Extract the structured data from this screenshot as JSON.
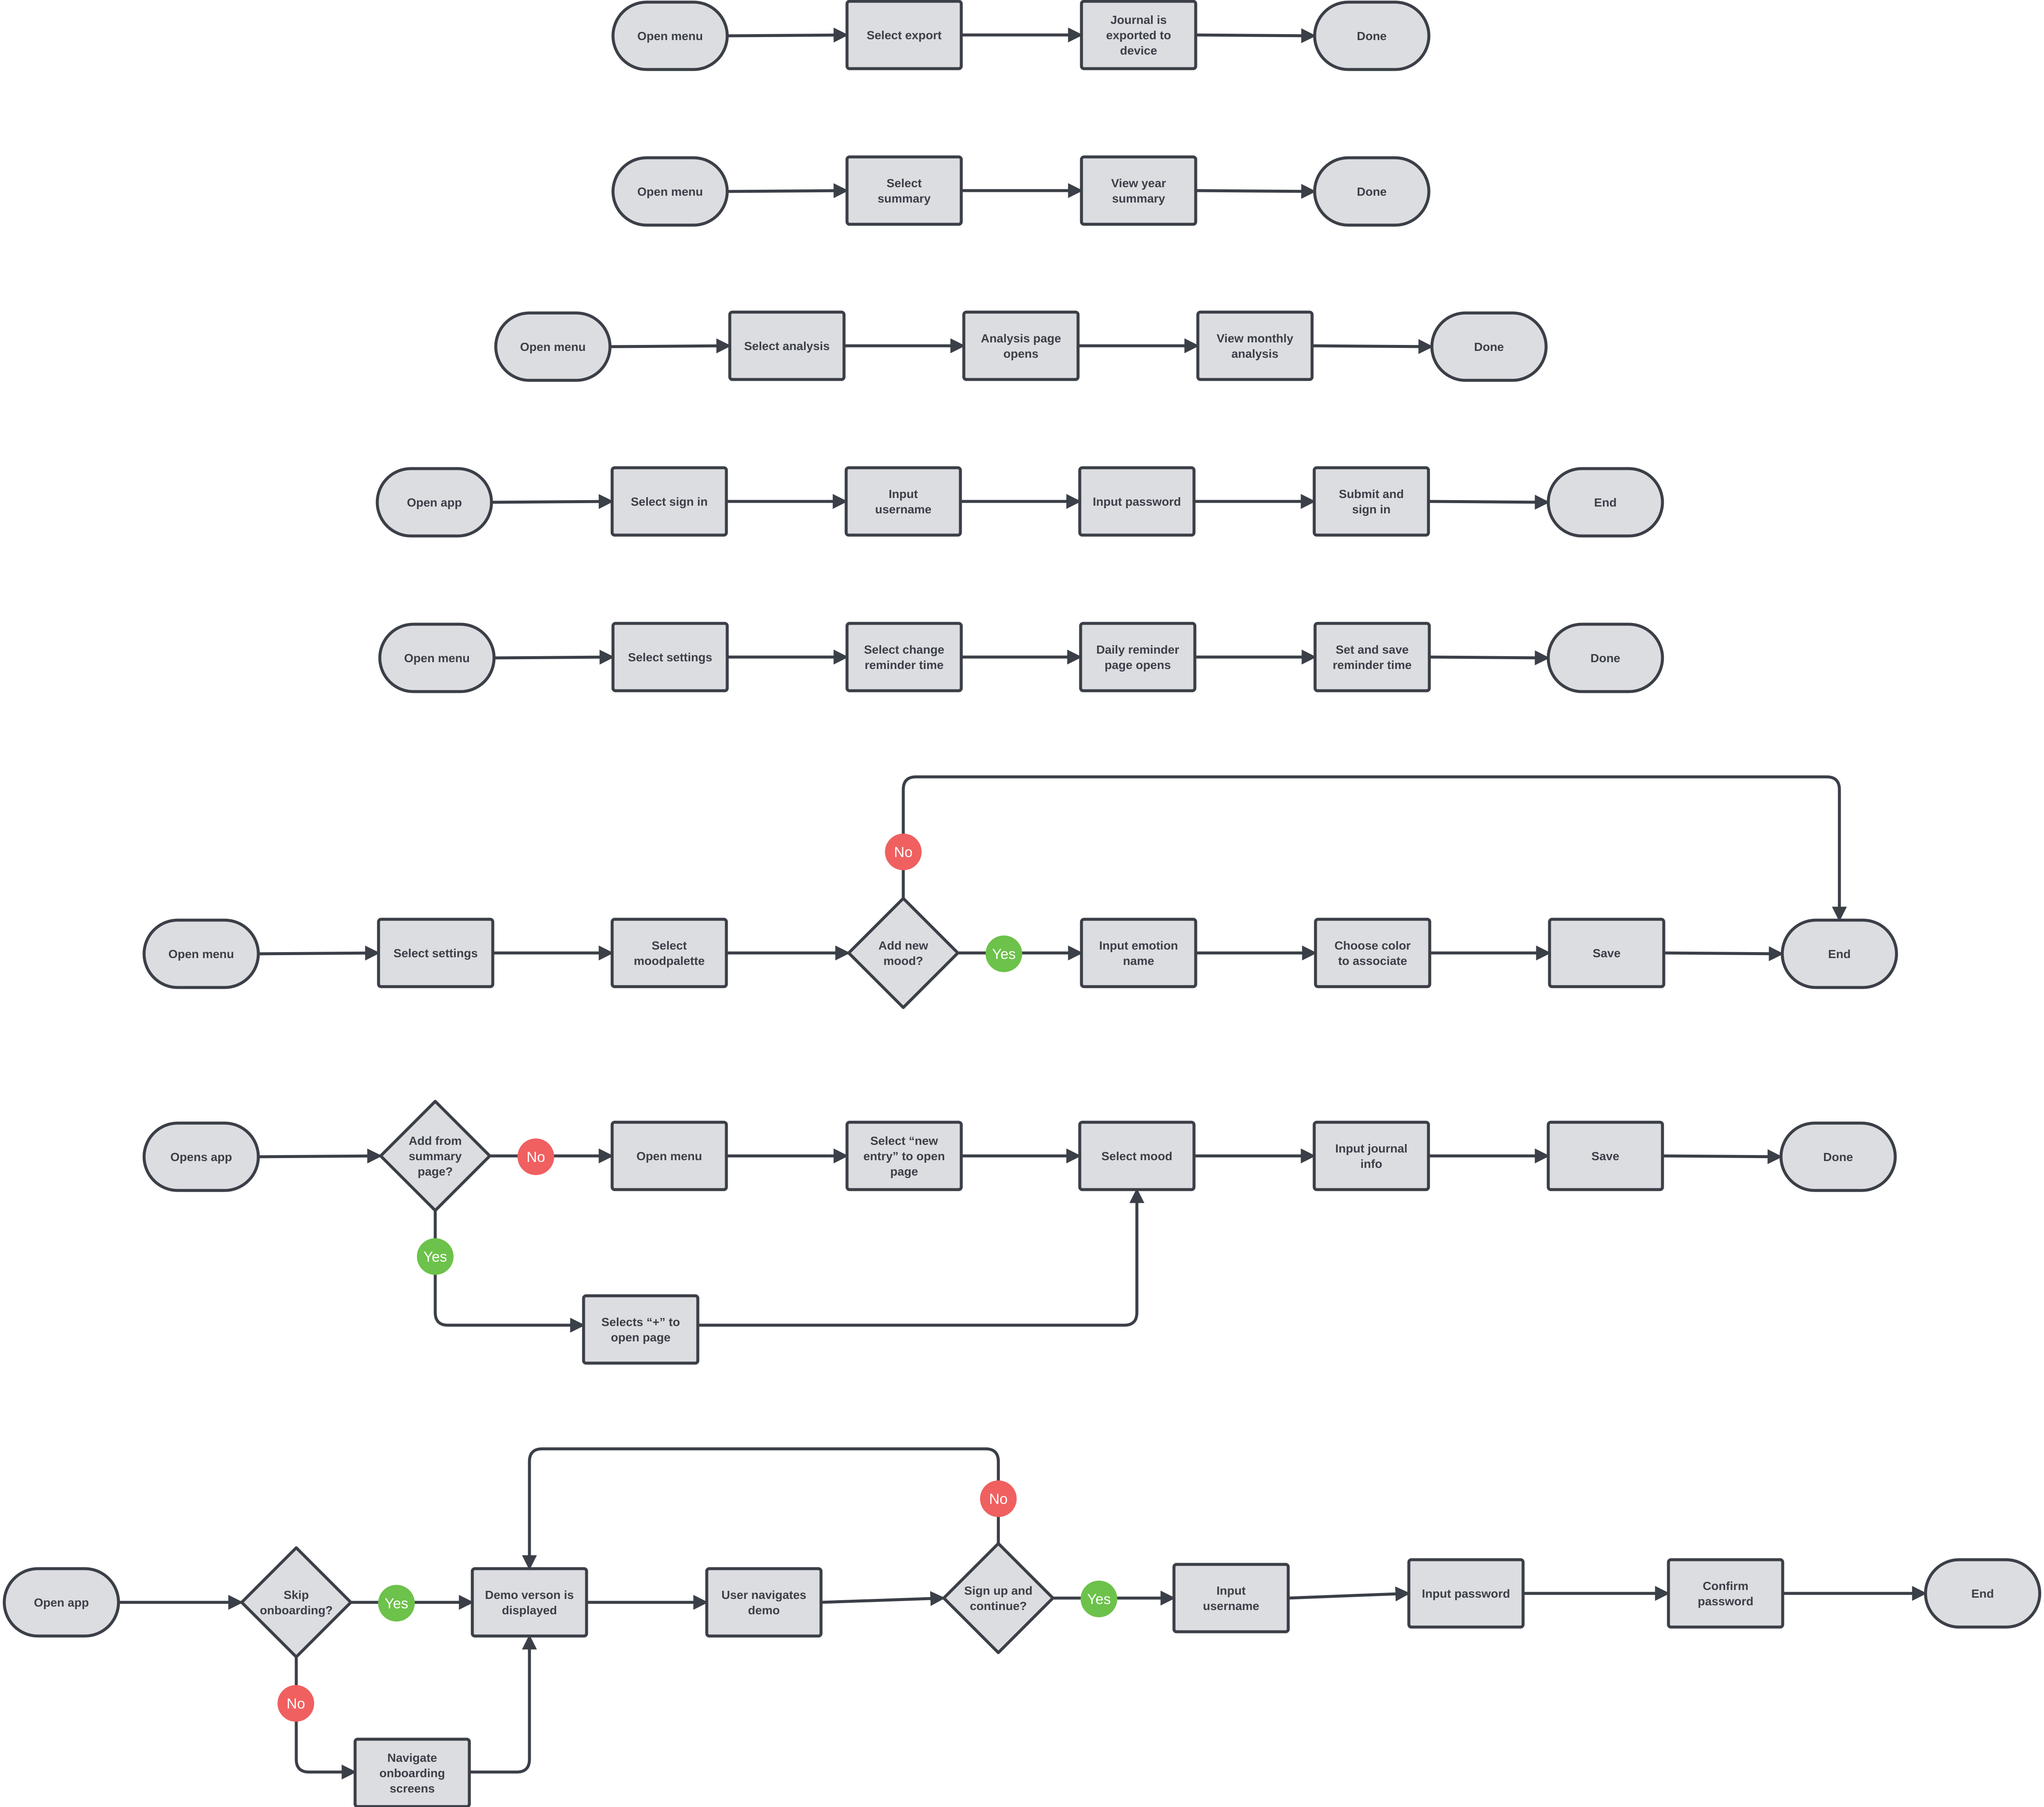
{
  "colors": {
    "node_fill": "#dcdde1",
    "stroke": "#3b3f47",
    "text": "#3b3f47",
    "yes": "#6cc24a",
    "no": "#f06060"
  },
  "flows": [
    {
      "name": "export-journal-flow",
      "nodes": [
        {
          "id": "a1",
          "shape": "terminal",
          "label": [
            "Open menu"
          ]
        },
        {
          "id": "a2",
          "shape": "process",
          "label": [
            "Select export"
          ]
        },
        {
          "id": "a3",
          "shape": "process",
          "label": [
            "Journal is",
            "exported to",
            "device"
          ]
        },
        {
          "id": "a4",
          "shape": "terminal",
          "label": [
            "Done"
          ]
        }
      ],
      "edges": [
        [
          "a1",
          "a2"
        ],
        [
          "a2",
          "a3"
        ],
        [
          "a3",
          "a4"
        ]
      ]
    },
    {
      "name": "year-summary-flow",
      "nodes": [
        {
          "id": "b1",
          "shape": "terminal",
          "label": [
            "Open menu"
          ]
        },
        {
          "id": "b2",
          "shape": "process",
          "label": [
            "Select",
            "summary"
          ]
        },
        {
          "id": "b3",
          "shape": "process",
          "label": [
            "View year",
            "summary"
          ]
        },
        {
          "id": "b4",
          "shape": "terminal",
          "label": [
            "Done"
          ]
        }
      ],
      "edges": [
        [
          "b1",
          "b2"
        ],
        [
          "b2",
          "b3"
        ],
        [
          "b3",
          "b4"
        ]
      ]
    },
    {
      "name": "monthly-analysis-flow",
      "nodes": [
        {
          "id": "c1",
          "shape": "terminal",
          "label": [
            "Open menu"
          ]
        },
        {
          "id": "c2",
          "shape": "process",
          "label": [
            "Select analysis"
          ]
        },
        {
          "id": "c3",
          "shape": "process",
          "label": [
            "Analysis page",
            "opens"
          ]
        },
        {
          "id": "c4",
          "shape": "process",
          "label": [
            "View monthly",
            "analysis"
          ]
        },
        {
          "id": "c5",
          "shape": "terminal",
          "label": [
            "Done"
          ]
        }
      ],
      "edges": [
        [
          "c1",
          "c2"
        ],
        [
          "c2",
          "c3"
        ],
        [
          "c3",
          "c4"
        ],
        [
          "c4",
          "c5"
        ]
      ]
    },
    {
      "name": "sign-in-flow",
      "nodes": [
        {
          "id": "d1",
          "shape": "terminal",
          "label": [
            "Open app"
          ]
        },
        {
          "id": "d2",
          "shape": "process",
          "label": [
            "Select sign in"
          ]
        },
        {
          "id": "d3",
          "shape": "process",
          "label": [
            "Input",
            "username"
          ]
        },
        {
          "id": "d4",
          "shape": "process",
          "label": [
            "Input password"
          ]
        },
        {
          "id": "d5",
          "shape": "process",
          "label": [
            "Submit and",
            "sign in"
          ]
        },
        {
          "id": "d6",
          "shape": "terminal",
          "label": [
            "End"
          ]
        }
      ],
      "edges": [
        [
          "d1",
          "d2"
        ],
        [
          "d2",
          "d3"
        ],
        [
          "d3",
          "d4"
        ],
        [
          "d4",
          "d5"
        ],
        [
          "d5",
          "d6"
        ]
      ]
    },
    {
      "name": "reminder-time-flow",
      "nodes": [
        {
          "id": "e1",
          "shape": "terminal",
          "label": [
            "Open menu"
          ]
        },
        {
          "id": "e2",
          "shape": "process",
          "label": [
            "Select settings"
          ]
        },
        {
          "id": "e3",
          "shape": "process",
          "label": [
            "Select change",
            "reminder time"
          ]
        },
        {
          "id": "e4",
          "shape": "process",
          "label": [
            "Daily reminder",
            "page opens"
          ]
        },
        {
          "id": "e5",
          "shape": "process",
          "label": [
            "Set and save",
            "reminder time"
          ]
        },
        {
          "id": "e6",
          "shape": "terminal",
          "label": [
            "Done"
          ]
        }
      ],
      "edges": [
        [
          "e1",
          "e2"
        ],
        [
          "e2",
          "e3"
        ],
        [
          "e3",
          "e4"
        ],
        [
          "e4",
          "e5"
        ],
        [
          "e5",
          "e6"
        ]
      ]
    },
    {
      "name": "mood-palette-flow",
      "nodes": [
        {
          "id": "f1",
          "shape": "terminal",
          "label": [
            "Open menu"
          ]
        },
        {
          "id": "f2",
          "shape": "process",
          "label": [
            "Select settings"
          ]
        },
        {
          "id": "f3",
          "shape": "process",
          "label": [
            "Select",
            "moodpalette"
          ]
        },
        {
          "id": "f4",
          "shape": "decision",
          "label": [
            "Add new",
            "mood?"
          ]
        },
        {
          "id": "f5",
          "shape": "process",
          "label": [
            "Input emotion",
            "name"
          ]
        },
        {
          "id": "f6",
          "shape": "process",
          "label": [
            "Choose color",
            "to associate"
          ]
        },
        {
          "id": "f7",
          "shape": "process",
          "label": [
            "Save"
          ]
        },
        {
          "id": "f8",
          "shape": "terminal",
          "label": [
            "End"
          ]
        }
      ],
      "edges": [
        [
          "f1",
          "f2"
        ],
        [
          "f2",
          "f3"
        ],
        [
          "f3",
          "f4"
        ],
        [
          "f4",
          "f5"
        ],
        [
          "f5",
          "f6"
        ],
        [
          "f6",
          "f7"
        ],
        [
          "f7",
          "f8"
        ],
        [
          "f4",
          "f8"
        ]
      ],
      "badges": [
        {
          "label": "Yes",
          "kind": "yes"
        },
        {
          "label": "No",
          "kind": "no"
        }
      ]
    },
    {
      "name": "new-entry-flow",
      "nodes": [
        {
          "id": "g1",
          "shape": "terminal",
          "label": [
            "Opens app"
          ]
        },
        {
          "id": "g2",
          "shape": "decision",
          "label": [
            "Add from",
            "summary",
            "page?"
          ]
        },
        {
          "id": "g3",
          "shape": "process",
          "label": [
            "Open menu"
          ]
        },
        {
          "id": "g4",
          "shape": "process",
          "label": [
            "Select “new",
            "entry” to open",
            "page"
          ]
        },
        {
          "id": "g5",
          "shape": "process",
          "label": [
            "Select mood"
          ]
        },
        {
          "id": "g6",
          "shape": "process",
          "label": [
            "Input journal",
            "info"
          ]
        },
        {
          "id": "g7",
          "shape": "process",
          "label": [
            "Save"
          ]
        },
        {
          "id": "g8",
          "shape": "terminal",
          "label": [
            "Done"
          ]
        },
        {
          "id": "g9",
          "shape": "process",
          "label": [
            "Selects “+” to",
            "open page"
          ]
        }
      ],
      "edges": [
        [
          "g1",
          "g2"
        ],
        [
          "g2",
          "g3"
        ],
        [
          "g3",
          "g4"
        ],
        [
          "g4",
          "g5"
        ],
        [
          "g5",
          "g6"
        ],
        [
          "g6",
          "g7"
        ],
        [
          "g7",
          "g8"
        ],
        [
          "g2",
          "g9"
        ],
        [
          "g9",
          "g5"
        ]
      ],
      "badges": [
        {
          "label": "No",
          "kind": "no"
        },
        {
          "label": "Yes",
          "kind": "yes"
        }
      ]
    },
    {
      "name": "onboarding-flow",
      "nodes": [
        {
          "id": "h1",
          "shape": "terminal",
          "label": [
            "Open app"
          ]
        },
        {
          "id": "h2",
          "shape": "decision",
          "label": [
            "Skip",
            "onboarding?"
          ]
        },
        {
          "id": "h3",
          "shape": "process",
          "label": [
            "Demo verson is",
            "displayed"
          ]
        },
        {
          "id": "h4",
          "shape": "process",
          "label": [
            "User navigates",
            "demo"
          ]
        },
        {
          "id": "h5",
          "shape": "decision",
          "label": [
            "Sign up and",
            "continue?"
          ]
        },
        {
          "id": "h6",
          "shape": "process",
          "label": [
            "Input",
            "username"
          ]
        },
        {
          "id": "h7",
          "shape": "process",
          "label": [
            "Input password"
          ]
        },
        {
          "id": "h8",
          "shape": "process",
          "label": [
            "Confirm",
            "password"
          ]
        },
        {
          "id": "h9",
          "shape": "terminal",
          "label": [
            "End"
          ]
        },
        {
          "id": "h10",
          "shape": "process",
          "label": [
            "Navigate",
            "onboarding",
            "screens"
          ]
        }
      ],
      "edges": [
        [
          "h1",
          "h2"
        ],
        [
          "h2",
          "h3"
        ],
        [
          "h3",
          "h4"
        ],
        [
          "h4",
          "h5"
        ],
        [
          "h5",
          "h6"
        ],
        [
          "h6",
          "h7"
        ],
        [
          "h7",
          "h8"
        ],
        [
          "h8",
          "h9"
        ],
        [
          "h2",
          "h10"
        ],
        [
          "h10",
          "h3"
        ],
        [
          "h5",
          "h3"
        ]
      ],
      "badges": [
        {
          "label": "Yes",
          "kind": "yes"
        },
        {
          "label": "No",
          "kind": "no"
        },
        {
          "label": "No",
          "kind": "no"
        },
        {
          "label": "Yes",
          "kind": "yes"
        }
      ]
    }
  ]
}
